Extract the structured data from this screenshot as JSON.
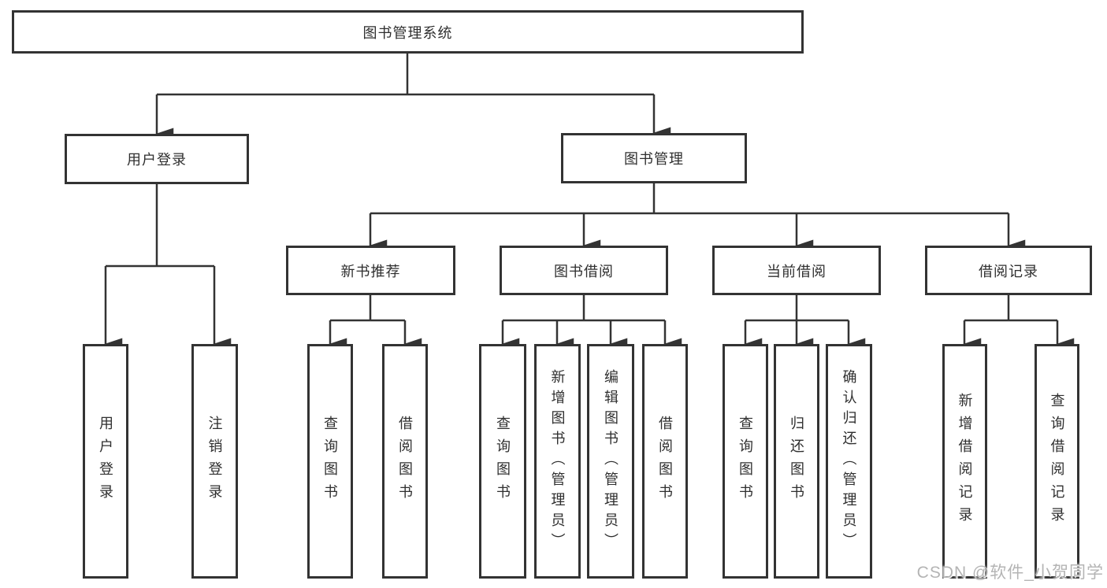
{
  "diagram_title": "图书管理系统",
  "colors": {
    "line": "#333333",
    "box_border": "#333333",
    "text": "#2f2f2f",
    "background": "#ffffff",
    "watermark": "#b4b4b4"
  },
  "tree": {
    "root": {
      "label": "图书管理系统"
    },
    "branches": [
      {
        "label": "用户登录",
        "children": [
          {
            "label": "用户登录"
          },
          {
            "label": "注销登录"
          }
        ]
      },
      {
        "label": "图书管理",
        "sections": [
          {
            "label": "新书推荐",
            "children": [
              {
                "label": "查询图书"
              },
              {
                "label": "借阅图书"
              }
            ]
          },
          {
            "label": "图书借阅",
            "children": [
              {
                "label": "查询图书"
              },
              {
                "label": "新增图书（管理员）"
              },
              {
                "label": "编辑图书（管理员）"
              },
              {
                "label": "借阅图书"
              }
            ]
          },
          {
            "label": "当前借阅",
            "children": [
              {
                "label": "查询图书"
              },
              {
                "label": "归还图书"
              },
              {
                "label": "确认归还（管理员）"
              }
            ]
          },
          {
            "label": "借阅记录",
            "children": [
              {
                "label": "新增借阅记录"
              },
              {
                "label": "查询借阅记录"
              }
            ]
          }
        ]
      }
    ]
  },
  "watermark": {
    "text": "CSDN @软件_小贺同学"
  }
}
